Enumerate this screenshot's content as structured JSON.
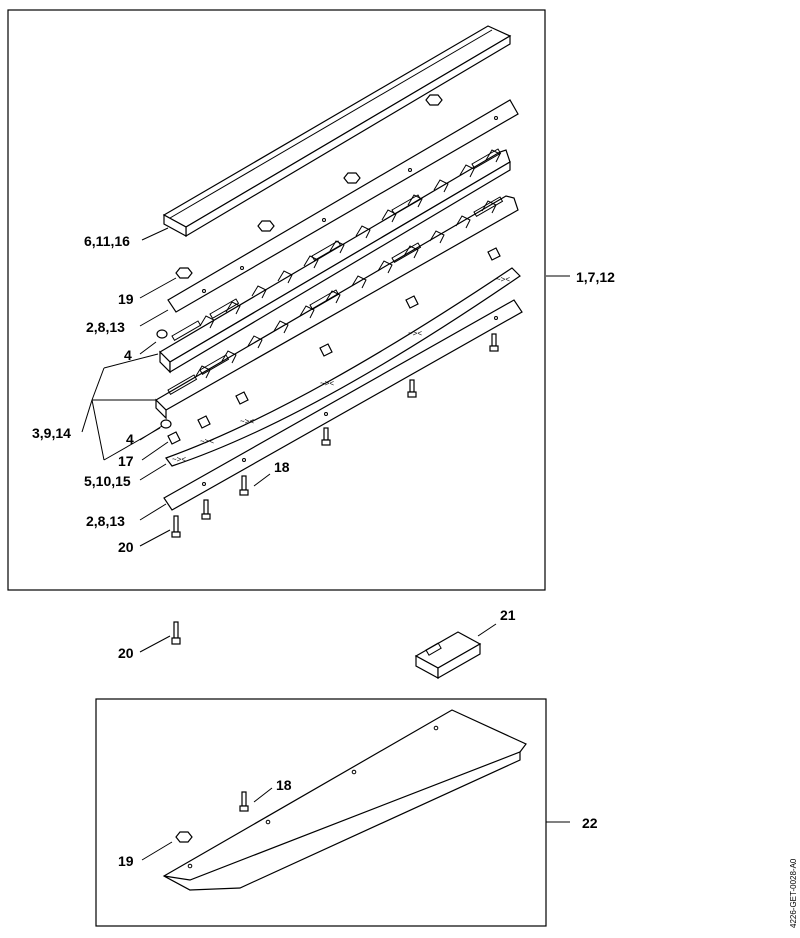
{
  "labels": {
    "l_6_11_16": "6,11,16",
    "l_19_top": "19",
    "l_2_8_13_top": "2,8,13",
    "l_4_top": "4",
    "l_3_9_14": "3,9,14",
    "l_4_bottom": "4",
    "l_17": "17",
    "l_5_10_15": "5,10,15",
    "l_18_top": "18",
    "l_2_8_13_bottom": "2,8,13",
    "l_20_top": "20",
    "l_1_7_12": "1,7,12",
    "l_20_mid": "20",
    "l_21": "21",
    "l_18_bottom": "18",
    "l_19_bottom": "19",
    "l_22": "22"
  },
  "drawing_code": "4226-GET-0028-A0"
}
